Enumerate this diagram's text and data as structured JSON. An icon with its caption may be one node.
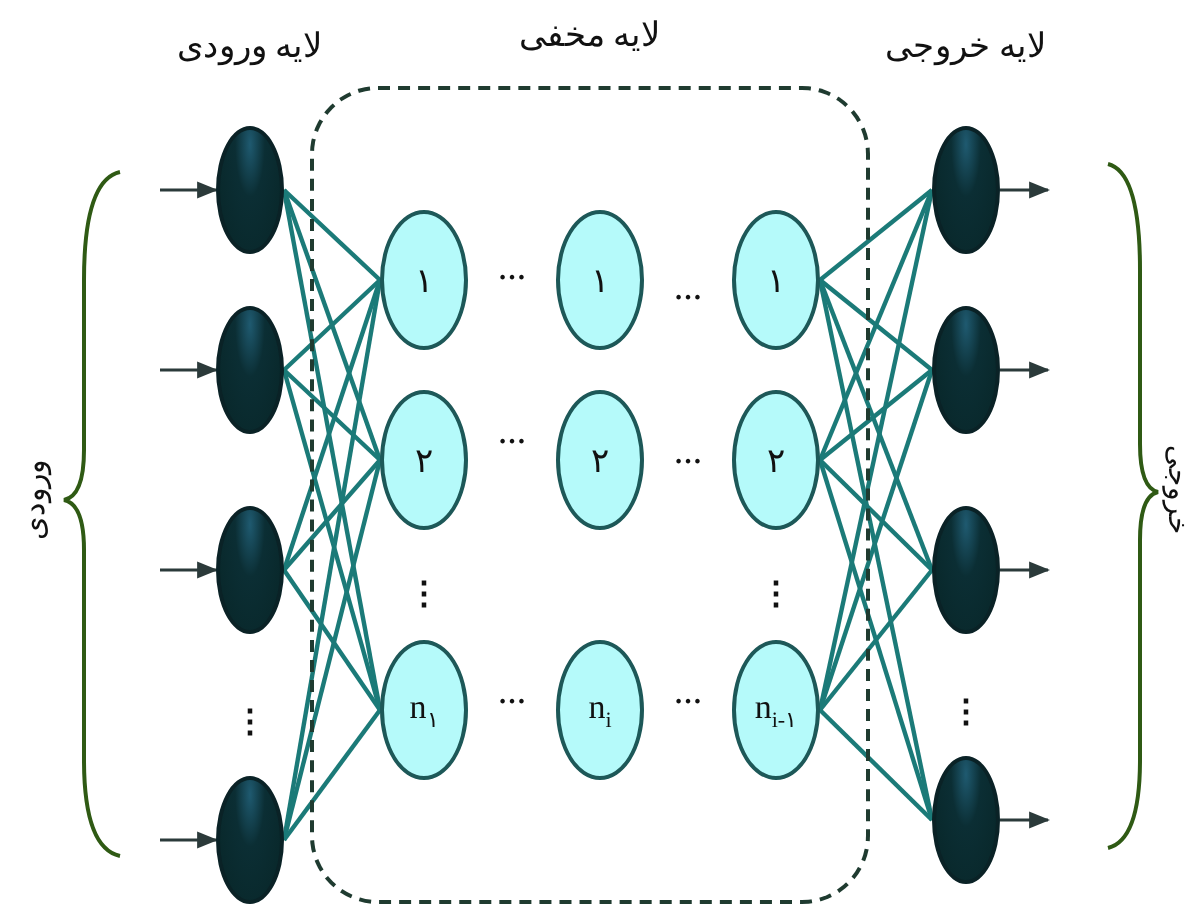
{
  "diagram": {
    "nodes": [
      {
        "text": [
          "لایه مخفی"
        ]
      },
      {
        "text": [],
        "shape": "circle"
      },
      {
        "text": [],
        "shape": "circle"
      },
      {
        "text": [],
        "shape": "circle"
      },
      {
        "text": [],
        "shape": "circle"
      },
      {
        "text": [
          "۱"
        ],
        "in": 0
      },
      {
        "text": [
          "۱"
        ],
        "in": 0
      },
      {
        "text": [
          "۱"
        ],
        "in": 0
      },
      {
        "text": [
          "۲"
        ],
        "in": 0
      },
      {
        "text": [
          "۲"
        ],
        "in": 0
      },
      {
        "text": [
          "۲"
        ],
        "in": 0
      },
      {
        "text": [
          "n$_{۱}$"
        ],
        "in": 0
      },
      {
        "text": [
          "n$_{i}$"
        ],
        "in": 0
      },
      {
        "text": [
          "n$_{i-۱}$"
        ],
        "in": 0
      },
      {
        "text": [],
        "shape": "circle"
      },
      {
        "text": [],
        "shape": "circle"
      },
      {
        "text": [],
        "shape": "circle"
      },
      {
        "text": [],
        "shape": "circle"
      }
    ],
    "edges": [
      {
        "from": null,
        "to": 1,
        "arrow": "to",
        "color": "#2b3a3a"
      },
      {
        "from": null,
        "to": 2,
        "arrow": "to",
        "color": "#2b3a3a"
      },
      {
        "from": null,
        "to": 3,
        "arrow": "to",
        "color": "#2b3a3a"
      },
      {
        "from": null,
        "to": 4,
        "arrow": "to",
        "color": "#2b3a3a"
      },
      {
        "from": 1,
        "to": 5,
        "arrow": "none"
      },
      {
        "from": 1,
        "to": 8,
        "arrow": "none"
      },
      {
        "from": 1,
        "to": 11,
        "arrow": "none"
      },
      {
        "from": 2,
        "to": 5,
        "arrow": "none"
      },
      {
        "from": 2,
        "to": 8,
        "arrow": "none"
      },
      {
        "from": 2,
        "to": 11,
        "arrow": "none"
      },
      {
        "from": 3,
        "to": 5,
        "arrow": "none"
      },
      {
        "from": 3,
        "to": 8,
        "arrow": "none"
      },
      {
        "from": 3,
        "to": 11,
        "arrow": "none"
      },
      {
        "from": 4,
        "to": 5,
        "arrow": "none"
      },
      {
        "from": 4,
        "to": 8,
        "arrow": "none"
      },
      {
        "from": 4,
        "to": 11,
        "arrow": "none"
      },
      {
        "from": 7,
        "to": 14,
        "arrow": "none"
      },
      {
        "from": 7,
        "to": 15,
        "arrow": "none"
      },
      {
        "from": 7,
        "to": 16,
        "arrow": "none"
      },
      {
        "from": 7,
        "to": 17,
        "arrow": "none"
      },
      {
        "from": 10,
        "to": 14,
        "arrow": "none"
      },
      {
        "from": 10,
        "to": 15,
        "arrow": "none"
      },
      {
        "from": 10,
        "to": 16,
        "arrow": "none"
      },
      {
        "from": 10,
        "to": 17,
        "arrow": "none"
      },
      {
        "from": 13,
        "to": 14,
        "arrow": "none"
      },
      {
        "from": 13,
        "to": 15,
        "arrow": "none"
      },
      {
        "from": 13,
        "to": 16,
        "arrow": "none"
      },
      {
        "from": 13,
        "to": 17,
        "arrow": "none"
      },
      {
        "from": 14,
        "to": null,
        "arrow": "to",
        "color": "#2b3a3a"
      },
      {
        "from": 15,
        "to": null,
        "arrow": "to",
        "color": "#2b3a3a"
      },
      {
        "from": 16,
        "to": null,
        "arrow": "to",
        "color": "#2b3a3a"
      },
      {
        "from": 17,
        "to": null,
        "arrow": "to",
        "color": "#2b3a3a"
      }
    ],
    "labels": [
      "لایه ورودی",
      "لایه خروجی",
      "ورودی",
      "خروجی",
      "…",
      "…",
      "…",
      "…",
      "⋮",
      "⋮",
      "⋮",
      "⋮",
      "…",
      "…"
    ]
  }
}
